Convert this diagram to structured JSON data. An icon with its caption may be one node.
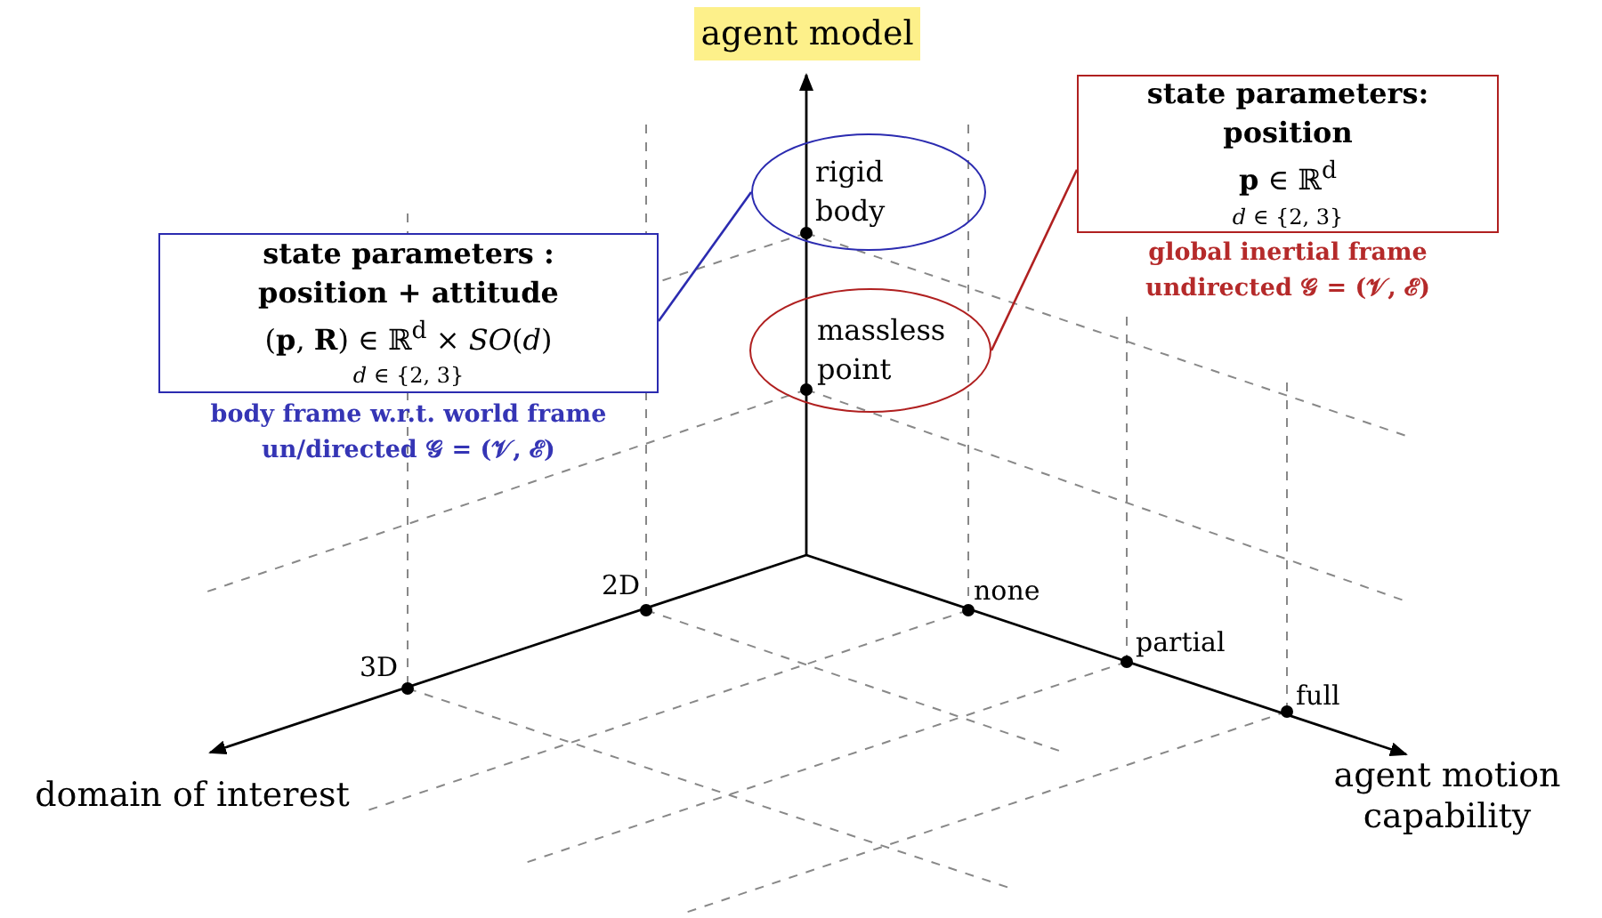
{
  "diagram": {
    "nodes": [
      {
        "text": [
          "agent model"
        ]
      },
      {
        "text": [
          "rigid body"
        ]
      },
      {
        "text": [
          "massless point"
        ]
      },
      {
        "text": [
          "state parameters :",
          "position + attitude",
          "(**p**, **R**) ∈ ℝ$^{d}$ × *SO*(*d*)",
          "*d* ∈ {2, 3}"
        ],
        "beside": [
          "body frame w.r.t. world frame",
          "un/directed 𝒢 = (𝒱, ℰ)"
        ]
      },
      {
        "text": [
          "state parameters:",
          "position",
          "**p** ∈ ℝ$^{d}$",
          "*d* ∈ {2, 3}"
        ],
        "beside": [
          "global inertial frame",
          "undirected 𝒢 = (𝒱, ℰ)"
        ]
      }
    ],
    "edges": [
      {
        "from": 3,
        "to": 1,
        "arrow": "none",
        "color": "#2b2bb0"
      },
      {
        "from": 4,
        "to": 2,
        "arrow": "none",
        "color": "#b02020"
      }
    ],
    "labels": [
      "2D",
      "none",
      "partial",
      "3D",
      "full",
      "domain of interest",
      "agent motion capability"
    ]
  }
}
